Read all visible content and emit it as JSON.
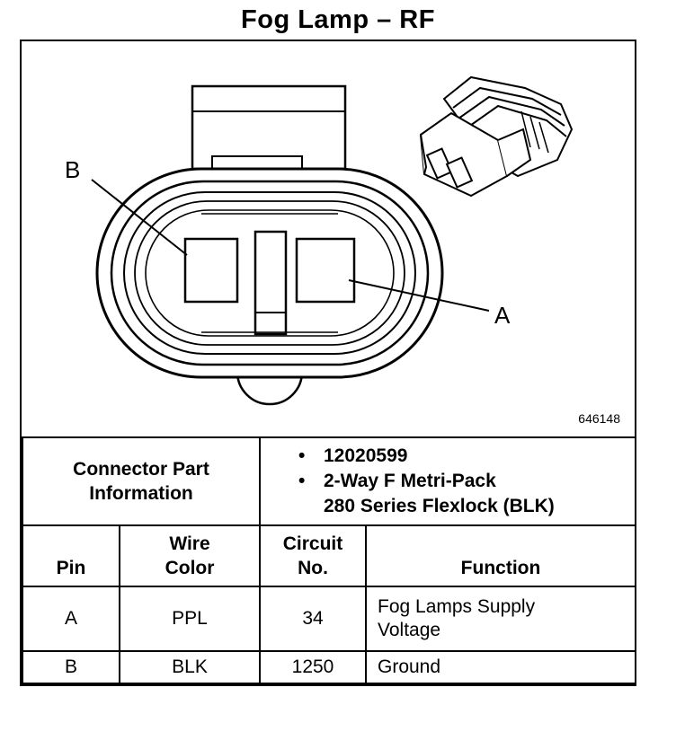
{
  "title": "Fog Lamp – RF",
  "figure": {
    "label_b": "B",
    "label_a": "A",
    "figure_number": "646148"
  },
  "connector_info": {
    "label": "Connector Part Information",
    "label_line1": "Connector Part",
    "label_line2": "Information",
    "part_number": "12020599",
    "description_line1": "2-Way F Metri-Pack",
    "description_line2": "280 Series Flexlock (BLK)"
  },
  "pin_table": {
    "headers": {
      "pin": "Pin",
      "wire_color_line1": "Wire",
      "wire_color_line2": "Color",
      "circuit_line1": "Circuit",
      "circuit_line2": "No.",
      "function": "Function"
    },
    "rows": [
      {
        "pin": "A",
        "wire_color": "PPL",
        "circuit": "34",
        "function_line1": "Fog Lamps Supply",
        "function_line2": "Voltage"
      },
      {
        "pin": "B",
        "wire_color": "BLK",
        "circuit": "1250",
        "function_line1": "Ground",
        "function_line2": ""
      }
    ]
  }
}
